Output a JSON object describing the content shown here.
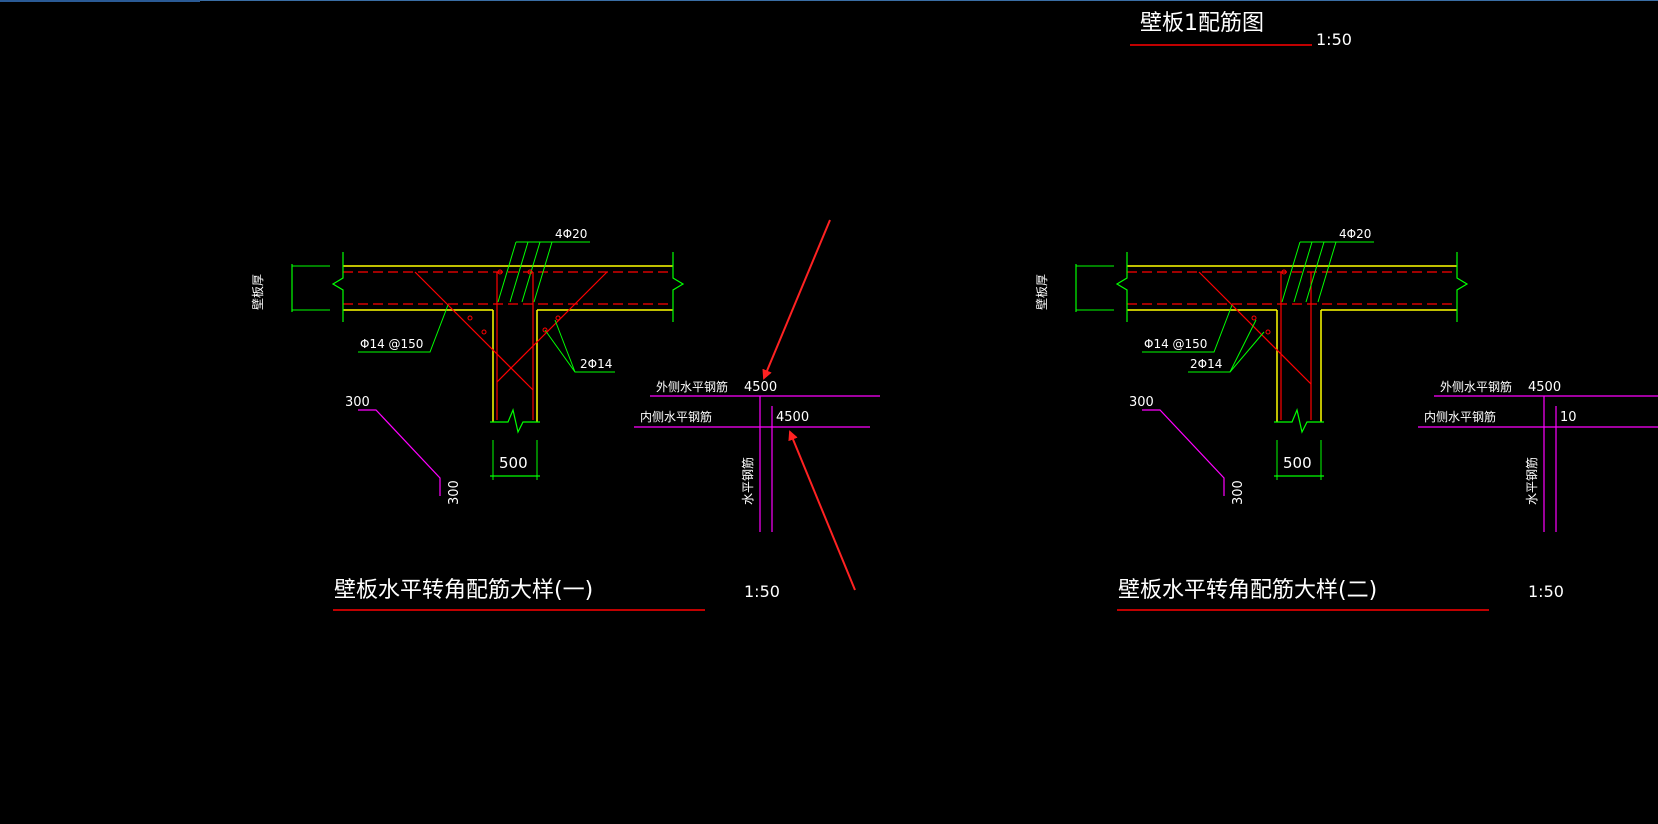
{
  "colors": {
    "background": "#000000",
    "yellow": "#ffff00",
    "green": "#00ff00",
    "red": "#ff0000",
    "magenta": "#ff00ff",
    "white": "#ffffff",
    "arrow": "#ff2222"
  },
  "header": {
    "title": "壁板1配筋图",
    "scale": "1:50"
  },
  "detail1": {
    "label_thickness": "壁板厚",
    "rebar_top": "4Φ20",
    "rebar_spacing": "Φ14 @150",
    "rebar_corner": "2Φ14",
    "dim_width": "500",
    "hook_top": "300",
    "hook_bottom": "300",
    "outer_label": "外侧水平钢筋",
    "outer_len": "4500",
    "inner_label": "内侧水平钢筋",
    "inner_len": "4500",
    "vertical_label": "水平钢筋",
    "title": "壁板水平转角配筋大样(一)",
    "scale": "1:50"
  },
  "detail2": {
    "label_thickness": "壁板厚",
    "rebar_top": "4Φ20",
    "rebar_spacing": "Φ14 @150",
    "rebar_corner": "2Φ14",
    "dim_width": "500",
    "hook_top": "300",
    "hook_bottom": "300",
    "outer_label": "外侧水平钢筋",
    "outer_len": "4500",
    "inner_label": "内侧水平钢筋",
    "inner_len": "10",
    "vertical_label": "水平钢筋",
    "title": "壁板水平转角配筋大样(二)",
    "scale": "1:50"
  }
}
